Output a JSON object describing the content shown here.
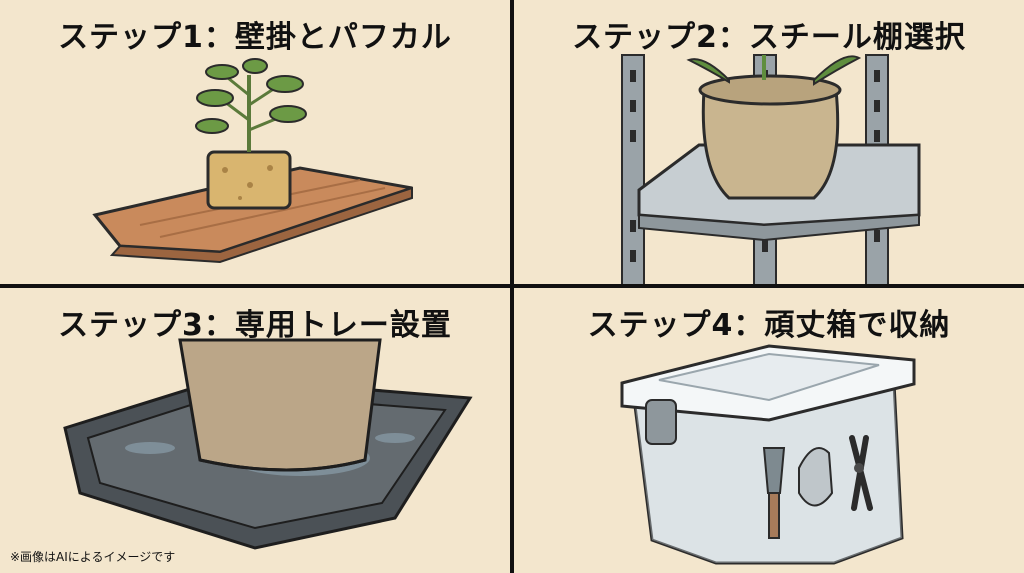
{
  "panels": [
    {
      "title": "ステップ1：壁掛とパフカル",
      "icon": "plant-cube-on-wood-shelf"
    },
    {
      "title": "ステップ2：スチール棚選択",
      "icon": "potted-plant-on-steel-shelf"
    },
    {
      "title": "ステップ3：専用トレー設置",
      "icon": "pot-on-drip-tray"
    },
    {
      "title": "ステップ4：頑丈箱で収納",
      "icon": "storage-box-with-tools"
    }
  ],
  "caption": "※画像はAIによるイメージです",
  "colors": {
    "background": "#f3e6cd",
    "divider": "#111111"
  }
}
